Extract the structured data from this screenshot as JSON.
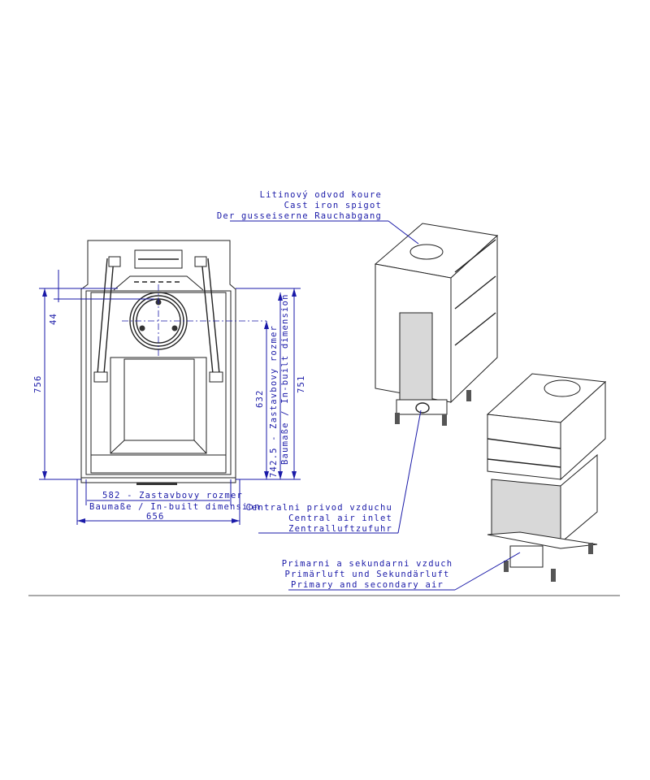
{
  "callouts": {
    "spigot": [
      "Litinový odvod koure",
      "Cast iron spigot",
      "Der gusseiserne Rauchabgang"
    ],
    "central_air": [
      "Centralni privod vzduchu",
      "Central air inlet",
      "Zentralluftzufuhr"
    ],
    "primary_air": [
      "Primarni a sekundarni vzduch",
      "Primärluft und Sekundärluft",
      "Primary and secondary air"
    ]
  },
  "dimensions": {
    "height_total": "756",
    "spigot_offset": "44",
    "spigot_center_height": "632",
    "inbuilt_height": "742.5 - Zastavbovy rozmer",
    "inbuilt_caption": "Baumaße / In-built dimension",
    "height_751": "751",
    "inbuilt_width": "582 - Zastavbovy rozmer",
    "inbuilt_width_caption": "Baumaße / In-built dimension",
    "width_total": "656"
  },
  "colors": {
    "dimension": "#1a1aa8",
    "line": "#222222"
  }
}
